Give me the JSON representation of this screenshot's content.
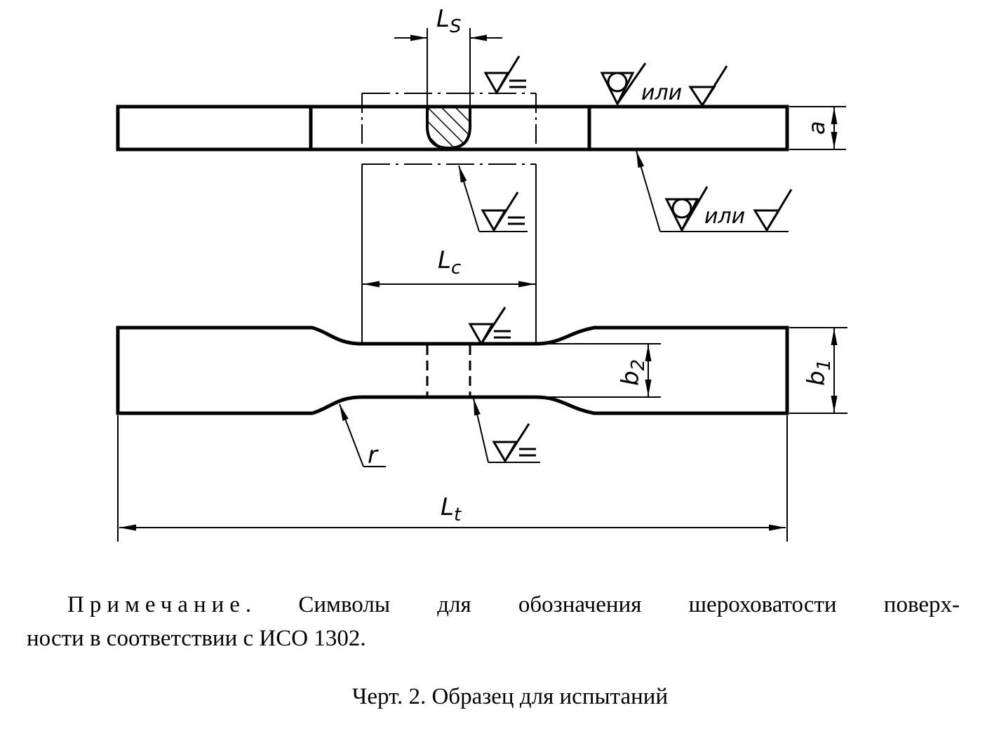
{
  "labels": {
    "ls": "L",
    "ls_sub": "S",
    "lc": "L",
    "lc_sub": "c",
    "lt": "L",
    "lt_sub": "t",
    "a": "a",
    "b1": "b",
    "b1_sub": "1",
    "b2": "b",
    "b2_sub": "2",
    "r": "r",
    "ili_top": "или",
    "ili_bottom": "или"
  },
  "note": {
    "prefix": "Примечание",
    "line1_rest": ". Символы для обозначения шероховатости поверх-",
    "line2": "ности в соответствии с ИСО 1302."
  },
  "caption": "Черт. 2. Образец для испытаний"
}
